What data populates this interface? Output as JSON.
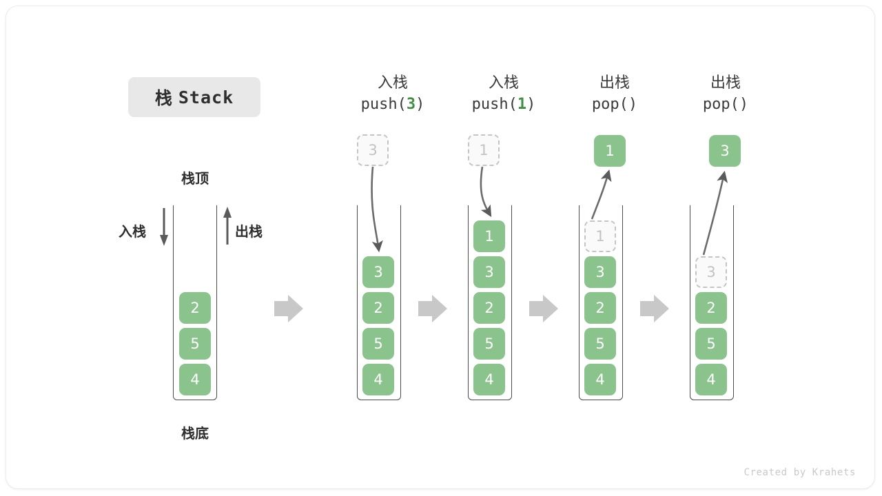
{
  "figure": {
    "title_cn": "栈",
    "title_en": "Stack",
    "watermark": "Created by Krahets",
    "accent_green": "#8bc38d",
    "arrow_gray": "#c8c8c8",
    "ghost_gray": "#c4c4c4",
    "label_top": "栈顶",
    "label_bottom": "栈底",
    "label_push": "入栈",
    "label_pop": "出栈"
  },
  "columns": [
    {
      "id": "initial",
      "head_cn": "",
      "head_op": "",
      "op_arg": "",
      "floating": null,
      "cells": [
        "2",
        "5",
        "4"
      ],
      "ghost_index": -1
    },
    {
      "id": "push-3",
      "head_cn": "入栈",
      "head_op_prefix": "push(",
      "op_arg": "3",
      "head_op_suffix": ")",
      "floating": {
        "value": "3",
        "style": "ghost",
        "direction": "down"
      },
      "cells": [
        "3",
        "2",
        "5",
        "4"
      ],
      "ghost_index": -1
    },
    {
      "id": "push-1",
      "head_cn": "入栈",
      "head_op_prefix": "push(",
      "op_arg": "1",
      "head_op_suffix": ")",
      "floating": {
        "value": "1",
        "style": "ghost",
        "direction": "down"
      },
      "cells": [
        "1",
        "3",
        "2",
        "5",
        "4"
      ],
      "ghost_index": -1
    },
    {
      "id": "pop-1",
      "head_cn": "出栈",
      "head_op_prefix": "pop(",
      "op_arg": "",
      "head_op_suffix": ")",
      "floating": {
        "value": "1",
        "style": "filled",
        "direction": "up"
      },
      "cells": [
        "1",
        "3",
        "2",
        "5",
        "4"
      ],
      "ghost_index": 0
    },
    {
      "id": "pop-3",
      "head_cn": "出栈",
      "head_op_prefix": "pop(",
      "op_arg": "",
      "head_op_suffix": ")",
      "floating": {
        "value": "3",
        "style": "filled",
        "direction": "up"
      },
      "cells": [
        "3",
        "2",
        "5",
        "4"
      ],
      "ghost_index": 0
    }
  ],
  "flow_arrows": 4
}
